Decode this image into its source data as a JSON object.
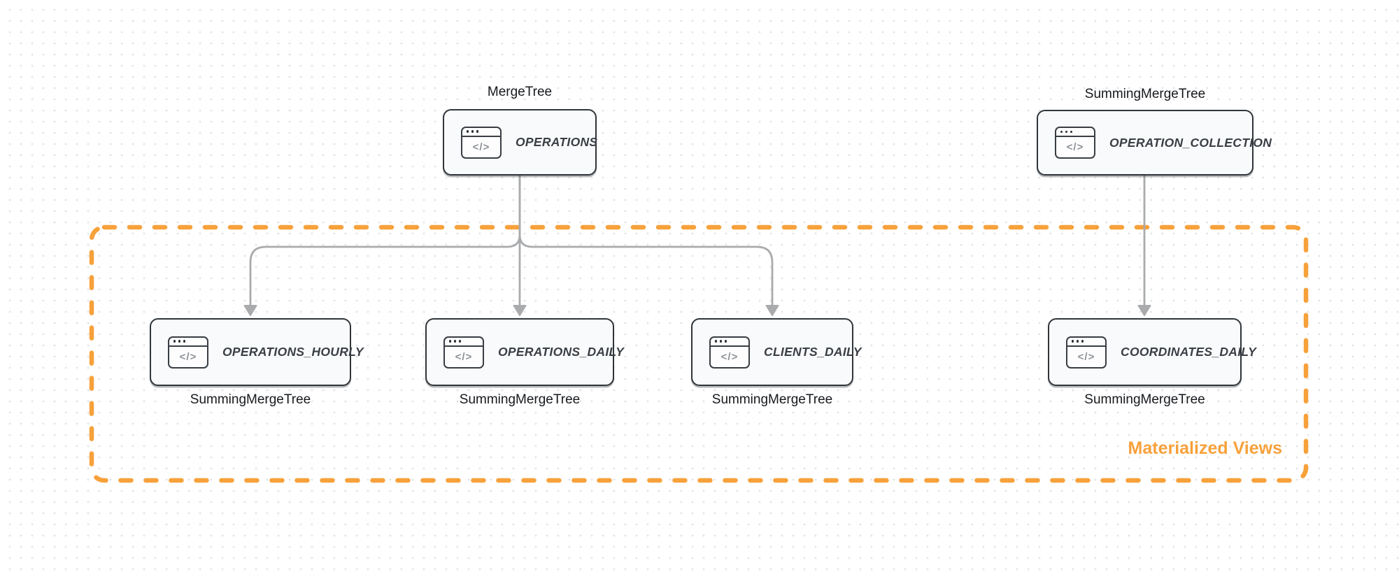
{
  "group": {
    "label": "Materialized Views"
  },
  "icon_glyph": "</>",
  "nodes": {
    "operations": {
      "title": "OPERATIONS",
      "engine": "MergeTree"
    },
    "operation_collection": {
      "title": "OPERATION_COLLECTION",
      "engine": "SummingMergeTree"
    },
    "operations_hourly": {
      "title": "OPERATIONS_HOURLY",
      "engine": "SummingMergeTree"
    },
    "operations_daily": {
      "title": "OPERATIONS_DAILY",
      "engine": "SummingMergeTree"
    },
    "clients_daily": {
      "title": "CLIENTS_DAILY",
      "engine": "SummingMergeTree"
    },
    "coordinates_daily": {
      "title": "COORDINATES_DAILY",
      "engine": "SummingMergeTree"
    }
  },
  "edges": [
    {
      "from": "OPERATIONS",
      "to": "OPERATIONS_HOURLY"
    },
    {
      "from": "OPERATIONS",
      "to": "OPERATIONS_DAILY"
    },
    {
      "from": "OPERATIONS",
      "to": "CLIENTS_DAILY"
    },
    {
      "from": "OPERATION_COLLECTION",
      "to": "COORDINATES_DAILY"
    }
  ],
  "colors": {
    "accent_orange": "#F7A13B",
    "arrow_gray": "#A9ABAD",
    "node_border": "#2F353A"
  }
}
